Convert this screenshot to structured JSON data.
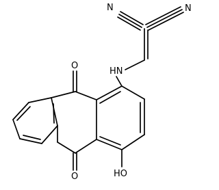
{
  "molecule": {
    "atoms": {
      "nitrile_left": "N",
      "nitrile_right": "N",
      "amine": "HN",
      "carbonyl_top": "O",
      "carbonyl_bottom": "O",
      "hydroxyl": "HO"
    }
  }
}
